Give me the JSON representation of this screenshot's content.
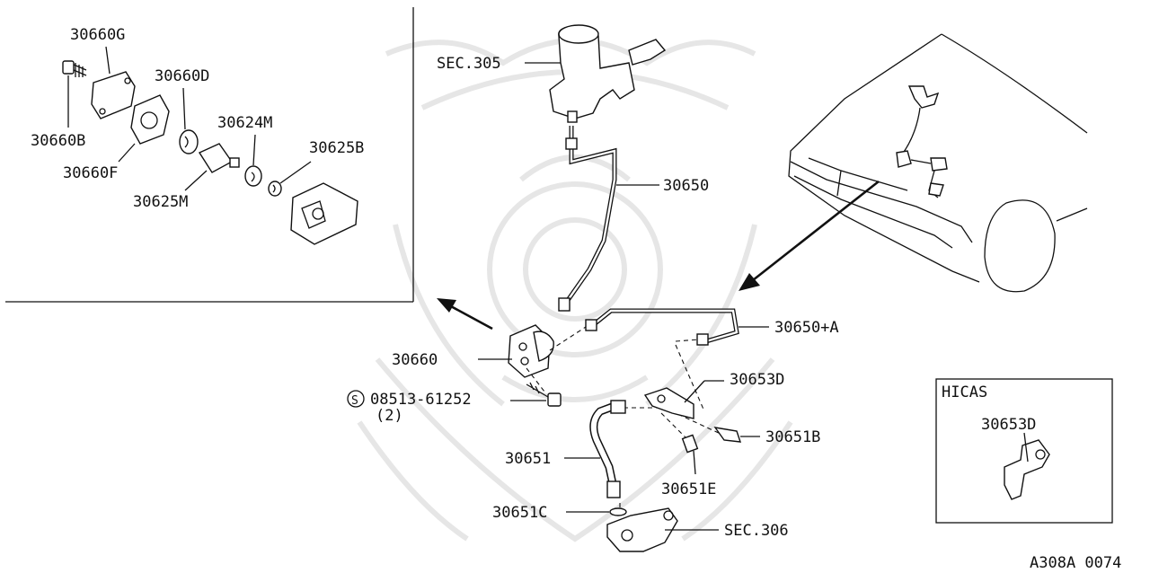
{
  "labels": {
    "sec305": "SEC.305",
    "p30650": "30650",
    "p30650a": "30650+A",
    "p30660": "30660",
    "bolt_code": "08513-61252",
    "bolt_qty": "(2)",
    "bolt_symbol": "S",
    "p30653d": "30653D",
    "p30651b": "30651B",
    "p30651": "30651",
    "p30651e": "30651E",
    "p30651c": "30651C",
    "sec306": "SEC.306"
  },
  "inset": {
    "p30660g": "30660G",
    "p30660d": "30660D",
    "p30660b": "30660B",
    "p30624m": "30624M",
    "p30625b": "30625B",
    "p30660f": "30660F",
    "p30625m": "30625M"
  },
  "hicas": {
    "title": "HICAS",
    "part": "30653D"
  },
  "footer": {
    "diagram_code": "A308A 0074"
  }
}
